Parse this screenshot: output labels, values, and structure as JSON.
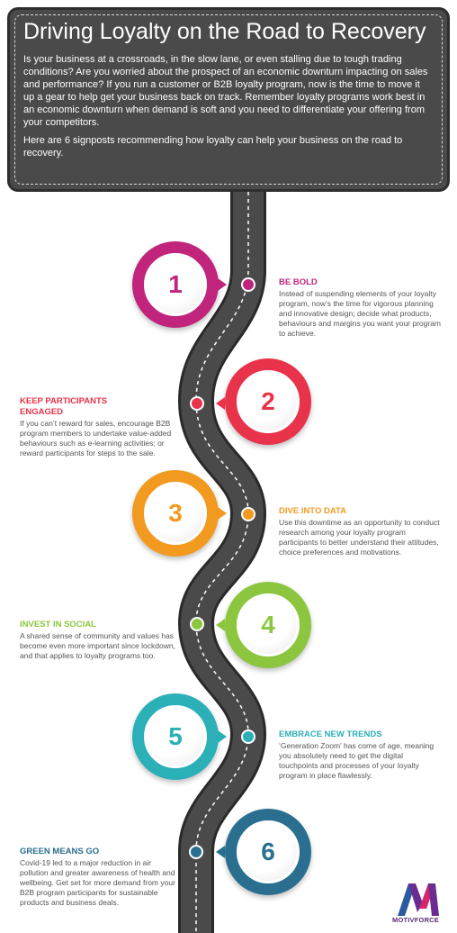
{
  "header": {
    "title": "Driving Loyalty on the Road to Recovery",
    "intro": "Is your business at a crossroads, in the slow lane, or even stalling due to tough trading conditions? Are you worried about the prospect of an economic downturn impacting on sales and performance? If you run a customer or B2B loyalty program, now is the time to move it up a gear to help get your business back on track. Remember loyalty programs work best in an economic downturn when demand is soft and you need to differentiate your offering from your competitors.",
    "signposts_line": "Here are 6 signposts recommending how loyalty can help your business on the road to recovery."
  },
  "steps": [
    {
      "number": "1",
      "title": "BE BOLD",
      "text": "Instead of suspending elements of your loyalty program, now’s the time for vigorous planning and innovative design; decide what products, behaviours and margins you want your program to achieve.",
      "color": "#c0247d"
    },
    {
      "number": "2",
      "title": "KEEP PARTICIPANTS ENGAGED",
      "text": "If you can’t reward for sales, encourage B2B program members to undertake value-added behaviours such as e-learning activities; or reward participants for steps to the sale.",
      "color": "#e8334a"
    },
    {
      "number": "3",
      "title": "DIVE INTO DATA",
      "text": "Use this downtime as an opportunity to conduct research among your loyalty program participants to better understand their attitudes, choice preferences and motivations.",
      "color": "#f29a1f"
    },
    {
      "number": "4",
      "title": "INVEST IN SOCIAL",
      "text": "A shared sense of community and values has become even more important since lockdown, and that applies to loyalty programs too.",
      "color": "#8cc63f"
    },
    {
      "number": "5",
      "title": "EMBRACE NEW TRENDS",
      "text": "‘Generation Zoom’ has come of age, meaning you absolutely need to get the digital touchpoints and processes of your loyalty program in place flawlessly.",
      "color": "#2bb0b8"
    },
    {
      "number": "6",
      "title": "GREEN MEANS GO",
      "text": "Covid-19 led to a major reduction in air pollution and greater awareness of health and wellbeing. Get set for more demand from your B2B program participants for sustainable products and business deals.",
      "color": "#2a6f8f"
    }
  ],
  "brand": {
    "name": "MOTIVFORCE",
    "colors": {
      "purple": "#6a2c91",
      "magenta": "#d6246e",
      "blue": "#2c5aa0"
    }
  },
  "road": {
    "asphalt": "#3d3d3d",
    "edge": "#2a2a2a",
    "lane": "#ffffff"
  }
}
